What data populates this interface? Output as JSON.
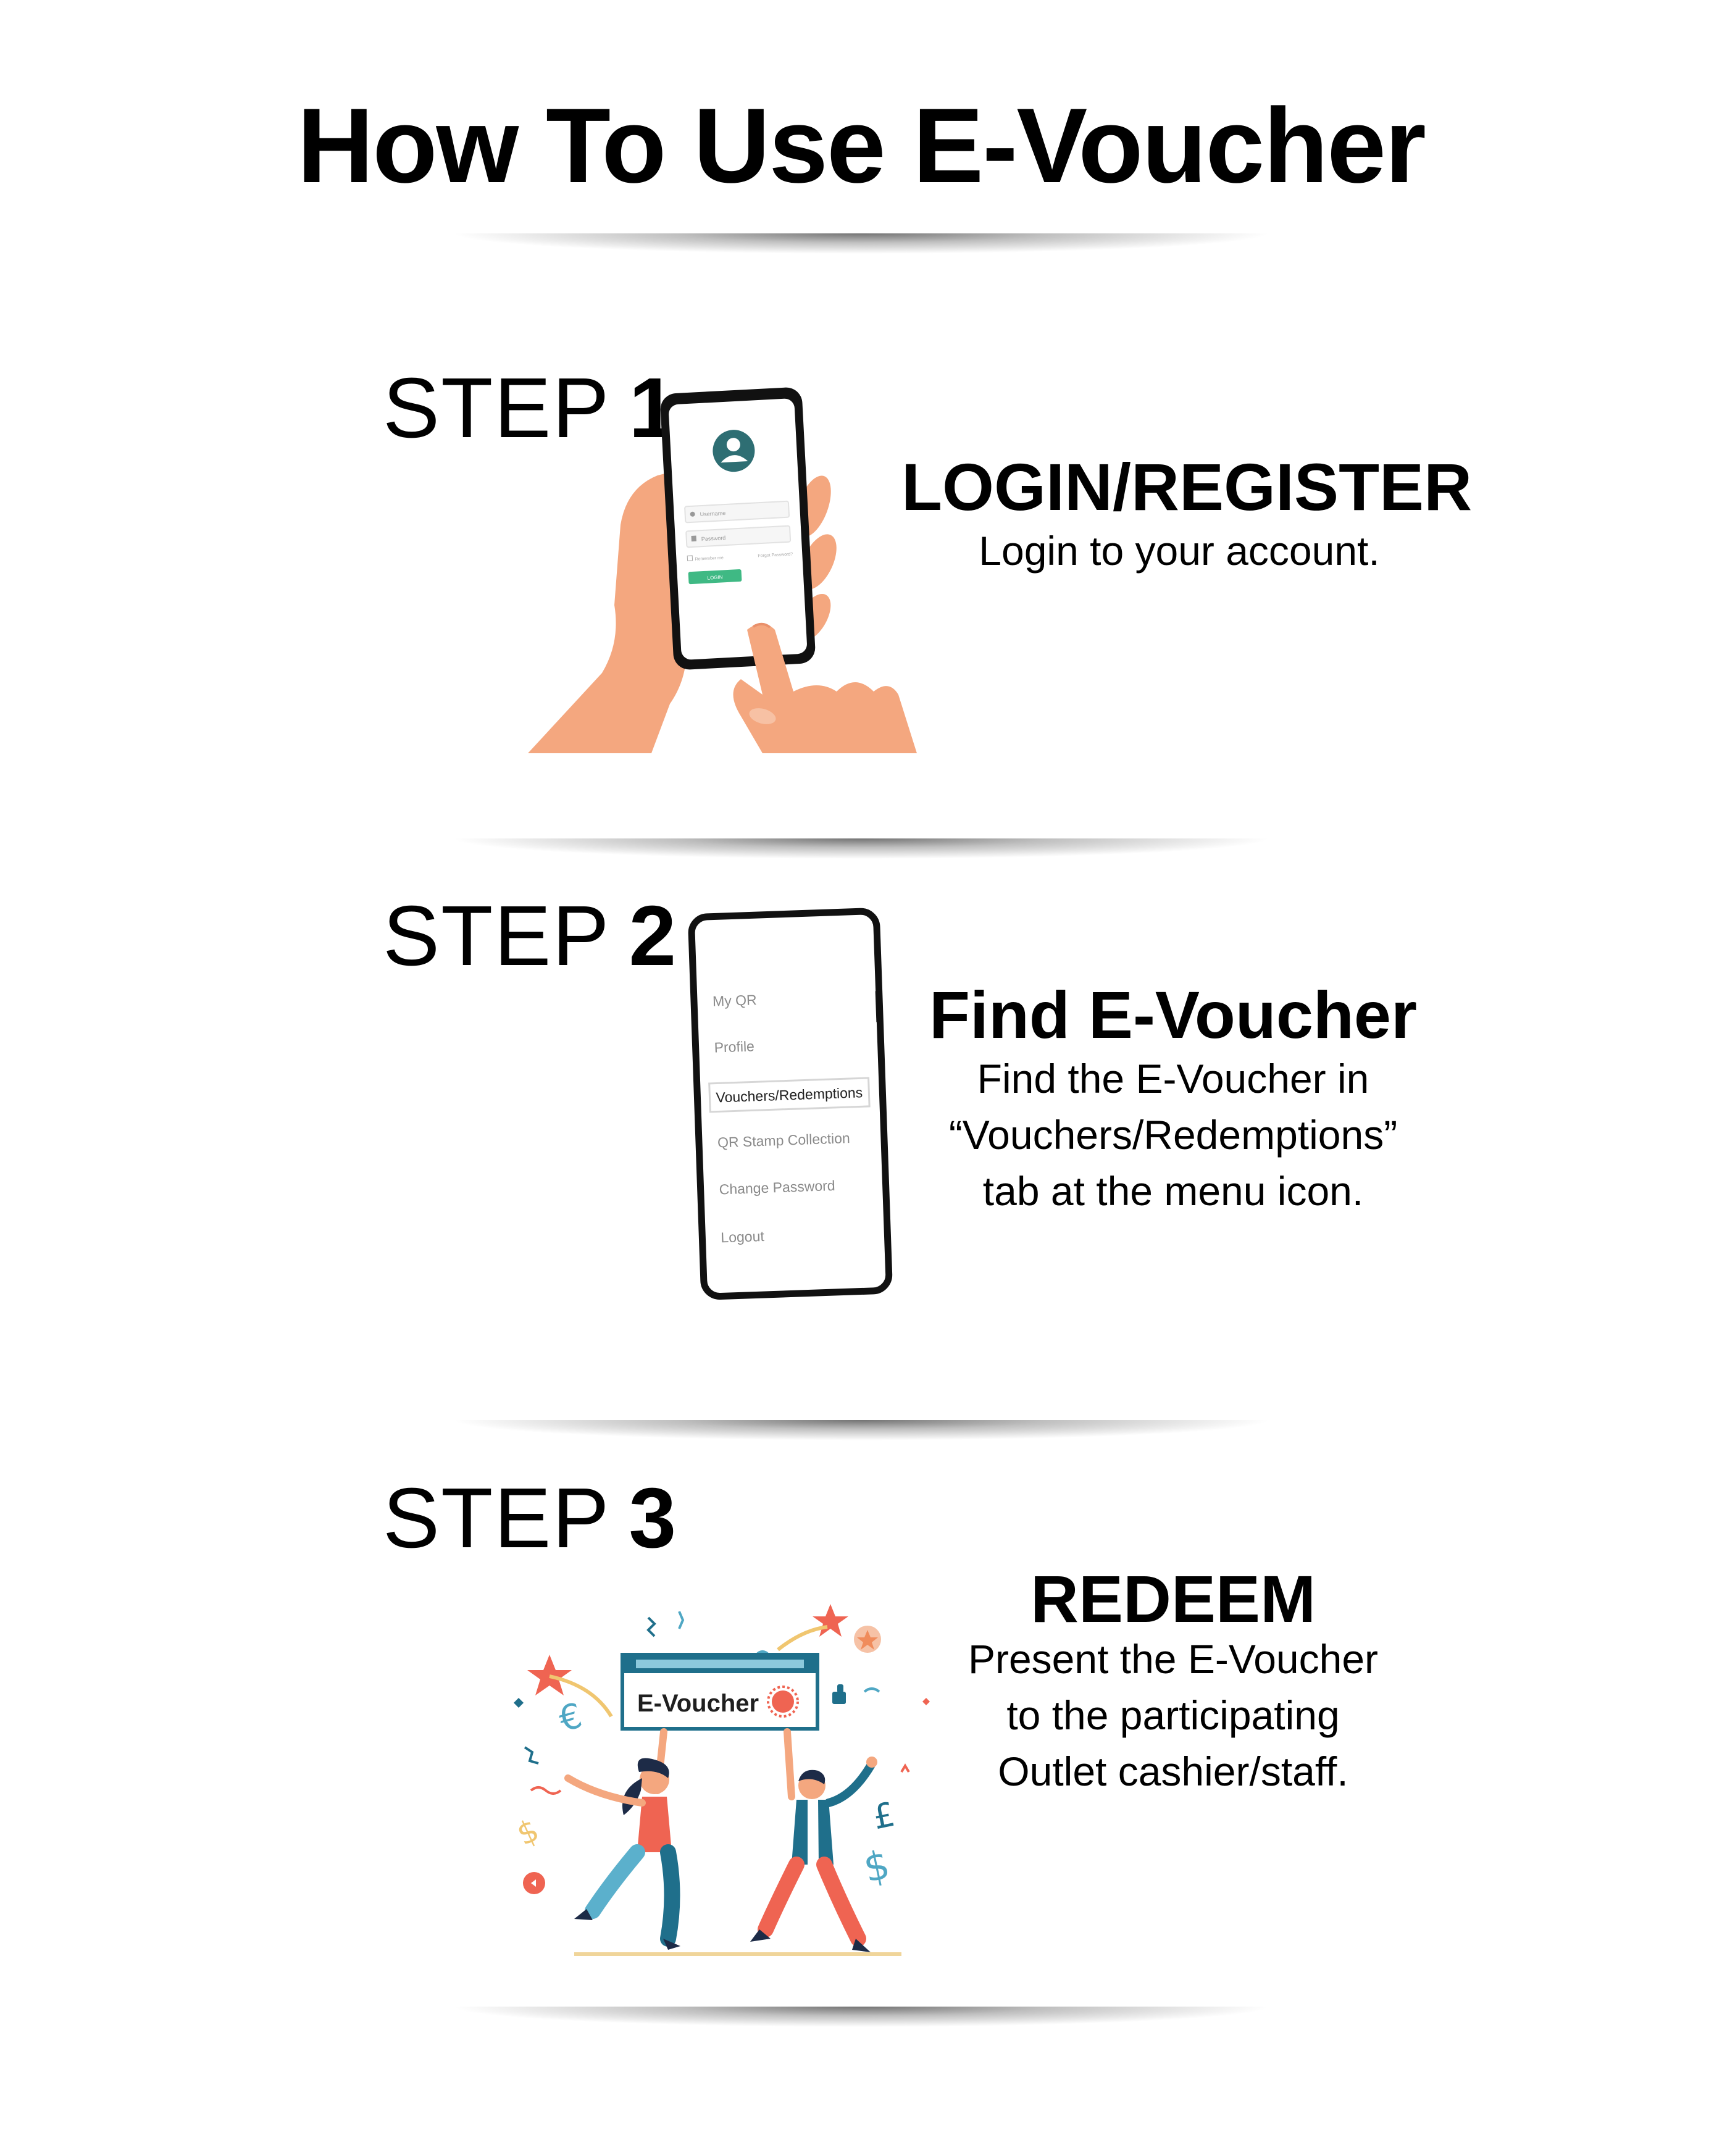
{
  "title": "How To Use E-Voucher",
  "steps": [
    {
      "word": "STEP",
      "number": "1",
      "heading": "LOGIN/REGISTER",
      "lines": [
        "Login to your account."
      ]
    },
    {
      "word": "STEP",
      "number": "2",
      "heading": "Find E-Voucher",
      "lines": [
        "Find the E-Voucher in",
        "“Vouchers/Redemptions”",
        "tab at the menu icon."
      ]
    },
    {
      "word": "STEP",
      "number": "3",
      "heading": "REDEEM",
      "lines": [
        "Present the E-Voucher",
        "to the participating",
        "Outlet cashier/staff."
      ]
    }
  ],
  "login_screen": {
    "username_placeholder": "Username",
    "password_placeholder": "Password",
    "remember_label": "Remember me",
    "forgot_label": "Forgot Password?",
    "login_button": "LOGIN"
  },
  "menu_screen": {
    "items": [
      "My QR",
      "Profile",
      "Vouchers/Redemptions",
      "QR Stamp Collection",
      "Change Password",
      "Logout"
    ],
    "selected_index": 2
  },
  "voucher_banner": {
    "label": "E-Voucher"
  },
  "currency_symbols": [
    "€",
    "$",
    "£",
    "$"
  ],
  "colors": {
    "skin": "#f4a77f",
    "skin_dark": "#e9906b",
    "teal": "#2e6e73",
    "login_green": "#3fb984",
    "banner_blue": "#1f6f8b",
    "coral": "#ef6452",
    "mustard": "#f0c670"
  }
}
